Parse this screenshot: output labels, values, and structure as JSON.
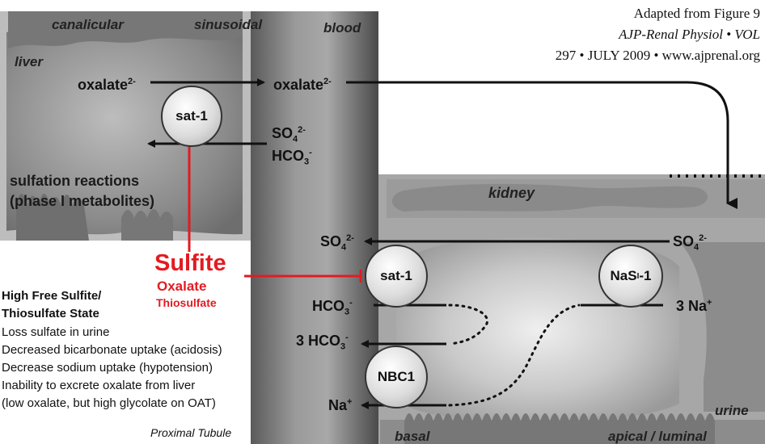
{
  "attribution": {
    "line1": "Adapted from  Figure 9",
    "line2": "AJP-Renal Physiol • VOL",
    "line3": "297 • JULY 2009 • www.ajprenal.org"
  },
  "regions": {
    "canalicular": "canalicular",
    "sinusoidal": "sinusoidal",
    "blood": "blood",
    "liver": "liver",
    "kidney": "kidney",
    "urine": "urine",
    "basal": "basal",
    "apical": "apical / luminal"
  },
  "liver": {
    "oxalate_left": "oxalate",
    "oxalate_left_sup": "2-",
    "oxalate_right": "oxalate",
    "oxalate_right_sup": "2-",
    "so4": "SO",
    "so4_sub": "4",
    "so4_sup": "2-",
    "hco3": "HCO",
    "hco3_sub": "3",
    "hco3_sup": "-",
    "sulfation_line1": "sulfation reactions",
    "sulfation_line2": "(phase I metabolites)"
  },
  "transporters": {
    "sat1_liver": "sat-1",
    "sat1_kidney": "sat-1",
    "nasi1": "NaS",
    "nasi1_sub": "I",
    "nasi1_rest": "-1",
    "nbc1": "NBC1"
  },
  "kidney": {
    "so4_left": "SO",
    "so4_left_sub": "4",
    "so4_left_sup": "2-",
    "so4_right": "SO",
    "so4_right_sub": "4",
    "so4_right_sup": "2-",
    "hco3": "HCO",
    "hco3_sub": "3",
    "hco3_sup": "-",
    "three_hco3": "3 HCO",
    "three_hco3_sub": "3",
    "three_hco3_sup": "-",
    "na": "Na",
    "na_sup": "+",
    "three_na": "3 Na",
    "three_na_sup": "+"
  },
  "inhibitors": {
    "sulfite": "Sulfite",
    "oxalate": "Oxalate",
    "thiosulfate": "Thiosulfate"
  },
  "notes": {
    "heading1": "High Free Sulfite/",
    "heading2": "Thiosulfate State",
    "items": [
      "Loss sulfate in urine",
      "Decreased bicarbonate uptake (acidosis)",
      "Decrease sodium uptake (hypotension)",
      "Inability to excrete oxalate from liver",
      "(low oxalate, but high glycolate on OAT)"
    ],
    "footer": "Proximal Tubule"
  },
  "colors": {
    "inhibitor_red": "#e21b22",
    "arrow": "#111111"
  }
}
